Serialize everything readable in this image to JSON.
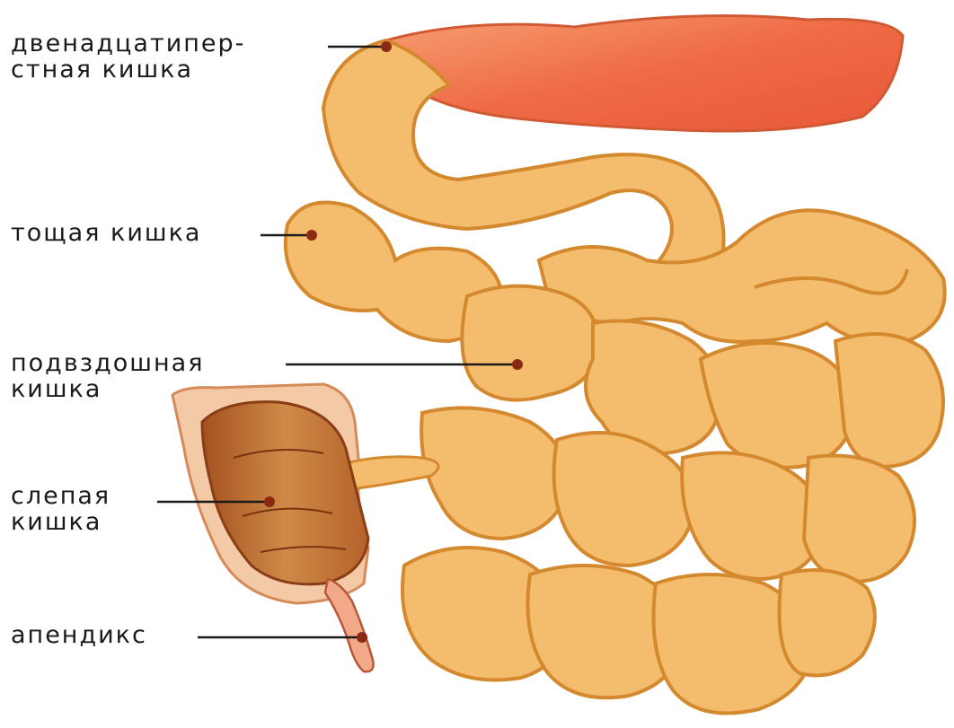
{
  "labels": {
    "duodenum": {
      "line1": "двенадцатипер-",
      "line2": "стная кишка"
    },
    "jejunum": {
      "line1": "тощая кишка"
    },
    "ileum": {
      "line1": "подвздошная",
      "line2": "кишка"
    },
    "cecum": {
      "line1": "слепая",
      "line2": "кишка"
    },
    "appendix": {
      "line1": "апендикс"
    }
  },
  "colors": {
    "intestine_fill": "#f4bd6e",
    "intestine_outline": "#d5892e",
    "intestine_highlight": "#fbe8c4",
    "stomach_fill": "#ee7a4c",
    "cecum_fill": "#c57338",
    "leader_line": "#1a1a1a",
    "leader_dot": "#8a2a12"
  }
}
